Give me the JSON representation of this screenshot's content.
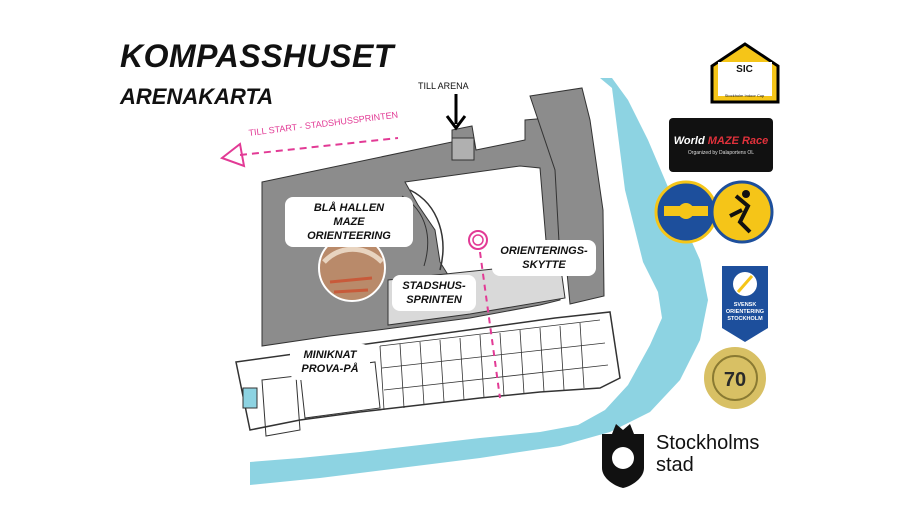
{
  "header": {
    "title": "KOMPASSHUSET",
    "subtitle": "ARENAKARTA"
  },
  "directions": {
    "till_arena": "TILL ARENA",
    "till_start": "TILL START - STADSHUSSPRINTEN"
  },
  "areas": {
    "bla_hallen": [
      "BLÅ HALLEN",
      "MAZE ORIENTEERING"
    ],
    "orienteringsskytte": [
      "ORIENTERINGS-",
      "SKYTTE"
    ],
    "stadshussprinten": [
      "STADSHUS-",
      "SPRINTEN"
    ],
    "miniknat": [
      "MINIKNAT",
      "PROVA-PÅ"
    ]
  },
  "logos": {
    "sic": {
      "label": "SIC",
      "tagline": "Stockholm Indoor Cup"
    },
    "world_maze_race": {
      "word1": "World",
      "word2": "MAZE Race",
      "tagline": "Organized by Dalaportens OL"
    },
    "svensk_orientering": [
      "SVENSK",
      "ORIENTERING",
      "STOCKHOLM"
    ],
    "stockholm_70": "70",
    "stockholms_stad": [
      "Stockholms",
      "stad"
    ]
  },
  "colors": {
    "water": "#8dd3e2",
    "building": "#8c8c8c",
    "accent_pink": "#e23a95",
    "yellow": "#f5c518",
    "blue": "#1d4f9c"
  }
}
